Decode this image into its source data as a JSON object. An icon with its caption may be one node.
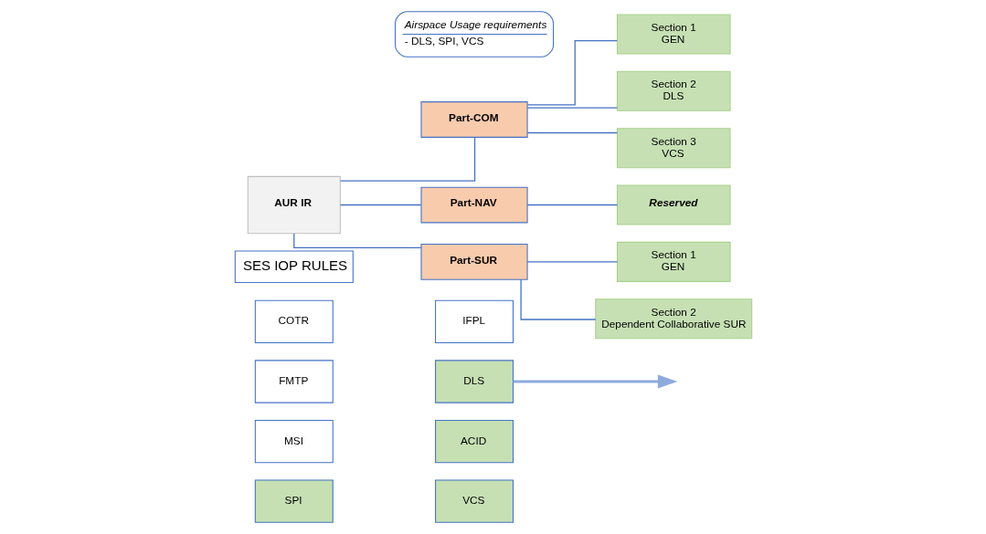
{
  "diagram": {
    "nodes": [
      {
        "text": [
          "SES IOP RULES"
        ]
      },
      {
        "text": [
          "COTR"
        ]
      },
      {
        "text": [
          "IFPL"
        ]
      },
      {
        "text": [
          "FMTP"
        ]
      },
      {
        "text": [
          "DLS"
        ]
      },
      {
        "text": [
          "MSI"
        ]
      },
      {
        "text": [
          "ACID"
        ]
      },
      {
        "text": [
          "SPI"
        ]
      },
      {
        "text": [
          "VCS"
        ]
      },
      {
        "text": [
          "Airspace Usage requirements",
          "- DLS, SPI, VCS"
        ]
      },
      {
        "text": [
          "AUR IR"
        ]
      },
      {
        "text": [
          "Part-COM"
        ]
      },
      {
        "text": [
          "Section 1",
          "GEN"
        ]
      },
      {
        "text": [
          "Section 2",
          "DLS"
        ]
      },
      {
        "text": [
          "Section 3",
          "VCS"
        ]
      },
      {
        "text": [
          "Part-NAV"
        ]
      },
      {
        "text": [
          "Reserved"
        ]
      },
      {
        "text": [
          "Part-SUR"
        ]
      },
      {
        "text": [
          "Section 1",
          "GEN"
        ]
      },
      {
        "text": [
          "Section 2",
          "Dependent Collaborative SUR"
        ]
      }
    ],
    "edges": [
      {
        "from": 4,
        "to": null,
        "arrow": "to",
        "style": "thick"
      },
      {
        "from": 10,
        "to": 11,
        "arrow": "none"
      },
      {
        "from": 10,
        "to": 15,
        "arrow": "none"
      },
      {
        "from": 10,
        "to": 17,
        "arrow": "none"
      },
      {
        "from": 11,
        "to": 12,
        "arrow": "none"
      },
      {
        "from": 11,
        "to": 13,
        "arrow": "none"
      },
      {
        "from": 11,
        "to": 14,
        "arrow": "none"
      },
      {
        "from": 15,
        "to": 16,
        "arrow": "none"
      },
      {
        "from": 17,
        "to": 18,
        "arrow": "none"
      },
      {
        "from": 17,
        "to": 19,
        "arrow": "none"
      }
    ]
  }
}
